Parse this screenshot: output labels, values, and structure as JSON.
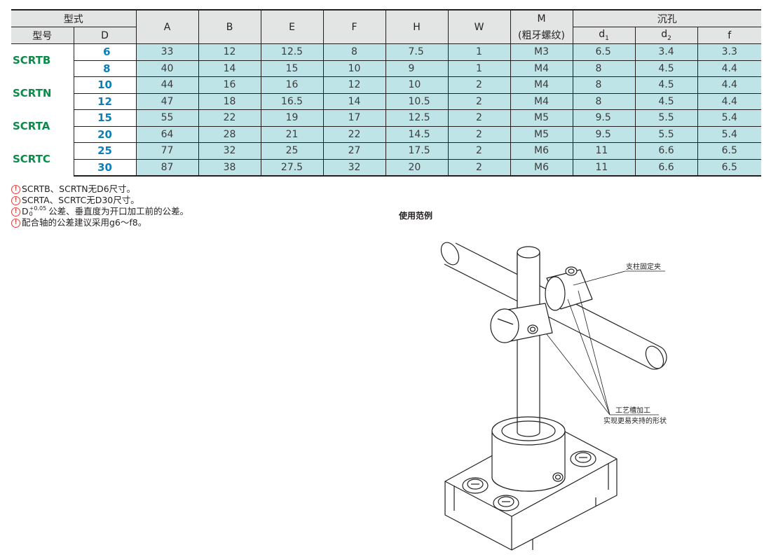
{
  "table": {
    "header_group_type": "型式",
    "header_model": "型号",
    "header_d": "D",
    "header_a": "A",
    "header_b": "B",
    "header_e": "E",
    "header_f": "F",
    "header_h": "H",
    "header_w": "W",
    "header_m": "M",
    "header_m_sub": "(粗牙螺纹)",
    "header_group_counterbore": "沉孔",
    "header_d1": "d",
    "header_d1_sub": "1",
    "header_d2": "d",
    "header_d2_sub": "2",
    "header_f2": "f",
    "models": [
      "SCRTB",
      "SCRTN",
      "SCRTA",
      "SCRTC"
    ],
    "rows": [
      {
        "d": "6",
        "a": "33",
        "b": "12",
        "e": "12.5",
        "f": "8",
        "h": "7.5",
        "w": "1",
        "m": "M3",
        "d1": "6.5",
        "d2": "3.4",
        "f2": "3.3"
      },
      {
        "d": "8",
        "a": "40",
        "b": "14",
        "e": "15",
        "f": "10",
        "h": "9",
        "w": "1",
        "m": "M4",
        "d1": "8",
        "d2": "4.5",
        "f2": "4.4"
      },
      {
        "d": "10",
        "a": "44",
        "b": "16",
        "e": "16",
        "f": "12",
        "h": "10",
        "w": "2",
        "m": "M4",
        "d1": "8",
        "d2": "4.5",
        "f2": "4.4"
      },
      {
        "d": "12",
        "a": "47",
        "b": "18",
        "e": "16.5",
        "f": "14",
        "h": "10.5",
        "w": "2",
        "m": "M4",
        "d1": "8",
        "d2": "4.5",
        "f2": "4.4"
      },
      {
        "d": "15",
        "a": "55",
        "b": "22",
        "e": "19",
        "f": "17",
        "h": "12.5",
        "w": "2",
        "m": "M5",
        "d1": "9.5",
        "d2": "5.5",
        "f2": "5.4"
      },
      {
        "d": "20",
        "a": "64",
        "b": "28",
        "e": "21",
        "f": "22",
        "h": "14.5",
        "w": "2",
        "m": "M5",
        "d1": "9.5",
        "d2": "5.5",
        "f2": "5.4"
      },
      {
        "d": "25",
        "a": "77",
        "b": "32",
        "e": "25",
        "f": "27",
        "h": "17.5",
        "w": "2",
        "m": "M6",
        "d1": "11",
        "d2": "6.6",
        "f2": "6.5"
      },
      {
        "d": "30",
        "a": "87",
        "b": "38",
        "e": "27.5",
        "f": "32",
        "h": "20",
        "w": "2",
        "m": "M6",
        "d1": "11",
        "d2": "6.6",
        "f2": "6.5"
      }
    ]
  },
  "notes": {
    "note1": "SCRTB、SCRTN无D6尺寸。",
    "note2": "SCRTA、SCRTC无D30尺寸。",
    "note3_prefix": "D",
    "note3_tol_upper": "+0.05",
    "note3_tol_lower": "0",
    "note3_text": "公差、垂直度为开口加工前的公差。",
    "note4": "配合轴的公差建议采用g6～f8。",
    "icon": "warning-circle-icon",
    "icon_glyph": "!",
    "icon_color": "#e0433c"
  },
  "usage": {
    "title": "使用范例",
    "callout_clamp": "支柱固定夹",
    "callout_groove_1": "工艺槽加工",
    "callout_groove_2": "实现更易夹持的形状"
  },
  "colors": {
    "cell_bg": "#bfe4e8",
    "header_bg": "#e3e4e4",
    "model_green": "#0b8a4a",
    "d_blue": "#0c7fb8"
  }
}
